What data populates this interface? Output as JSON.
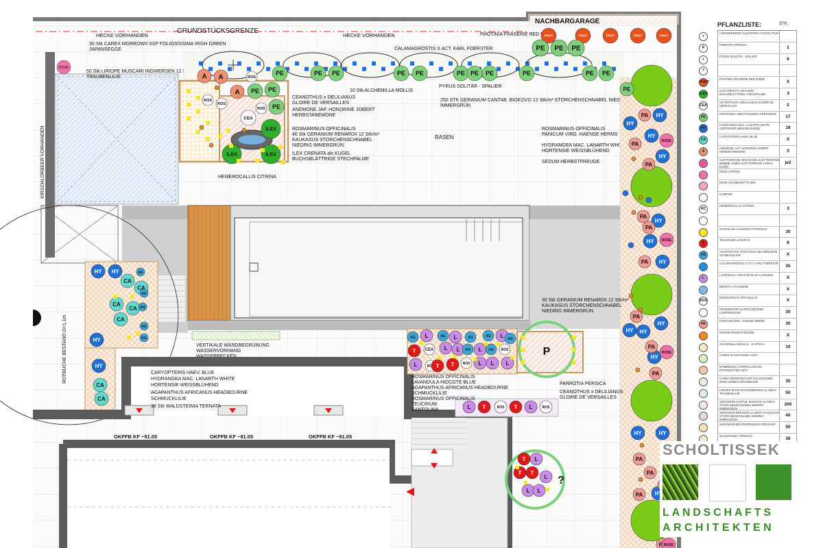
{
  "plan_labels": {
    "nachbargarage": "NACHBARGARAGE",
    "grundstuecksgrenze": "GRUNDSTÜCKSGRENZE",
    "hecke_left": "HECKE VORHANDEN",
    "hecke_mid": "HECKE VORHANDEN",
    "photinia": "PHOTINIA FRASERIE RED ROBIN",
    "carex": "30 Stk CAREX MORROWII SSP FOLIOSISSIMA IRISH GREEN",
    "carex2": "JAPANSEGGE",
    "calamagrostis": "CALAMAGROSTIS X ACT. KARL FOERSTER",
    "liriope": "50 Stk LIRIOPE MUSCARI INGWERSEN 12 Stk/m²",
    "liriope2": "TRAUBENLILIE",
    "kirschlorbeer": "KIRSCHLORBEER VORHANDEN",
    "alchemilla": "10 Stk ALCHEMILLA MOLLIS",
    "ceanothus": "CEANOTHUS x DELILIANUS",
    "ceanothus2": "GLOIRE DE VERSAILLES",
    "anemone": "ANEMONE JAP. HONORINE JOBERT",
    "anemone2": "HERBSTANEMONE",
    "rosmarinus": "ROSMARINUS OFFICINALIS",
    "geranium40": "40 Stk GERANIUM RENARDII 12 Stk/m²",
    "geranium40b": "KAUKASUS STORCHENSCHNABEL",
    "geranium40c": "NIEDRIG IMMERGRÜN",
    "ilex": "ILEX CRENATA als KUGEL",
    "ilex2": "BUCHSBLÄTTRIGE STECHPALME",
    "pyrus": "PYRUS SOLITÄR - SPALIER",
    "geranium250": "250 STK GERANIUM CANTAB. BIOKOVO 12 Stk/m² STORCHENSCHNABEL NIEDRIG",
    "geranium250b": "IMMERGRÜN",
    "rasen": "RASEN",
    "rosmarinus_r": "ROSMARINUS OFFICINALIS",
    "panicum": "PANICUM VIRG. HAENSE HERMS",
    "hydrangea_r": "HYDRANGEA MAC. LANARTH WHITE",
    "hortensie_r": "HORTENSIE WEISSBLÜHEND",
    "sedum": "SEDUM HERBSTFREUDE",
    "hemerocallis": "HEMEROCALLIS CITRINA",
    "rotbuche": "ROTBUCHE BESTAND D=1,1m",
    "wandbegruenung": "VERTIKALE WANDBEGRÜNUNG",
    "wasservorhang": "WASSERVORHANG",
    "wasserbecken": "WASSERBECKEN",
    "caryopteris": "CARYOPTERIS HAEV. BLUE",
    "hydrangea_l": "HYDRANGEA MAC. LANARTH WHITE",
    "hortensie_l": "HORTENSIE WEISSBLÜHEND",
    "agapanthus_l": "AGAPANTHUS AFRICANUS HEADBOURNE",
    "schmucklilie_l": "SCHMUCKLILIE",
    "waldsteinia": "38 Stk WALDSTEINIA TERNATA",
    "geranium30": "30 Stk GERANIUM RENARDII 12 Stk/m²",
    "geranium30b": "KAUKASUS STORCHENSCHNABEL",
    "geranium30c": "NIEDRIG IMMERGRÜN",
    "rosm_c": "ROSMARINUS OFFICINALIS",
    "lavandula": "LAVANDULA HIDCOTE BLUE",
    "agapanthus_c": "AGAPANTHUS AFRICANUS HEADBOURNE",
    "schmucklilie_c": "SCHMUCKLILIE",
    "rosm_c2": "ROSMARINUS OFFICINALIS",
    "teucrium": "TEUCRIUM",
    "santolina": "SANTOLINA",
    "parrotia": "PARROTIA PERSICA",
    "ceanothus_c": "CEANOTHUS x DELILIANUS",
    "ceanothus_c2": "GLOIRE DE VERSAILLES",
    "okffb1": "OKFFB KF ~91.05",
    "okffb2": "OKFFB KF ~91.05",
    "okffb3": "OKFFB KF ~91.05",
    "parrotia_symbol": "P",
    "question": "?"
  },
  "legend": {
    "title": "PFLANZLISTE:",
    "stk_header": "STK.",
    "rows": [
      {
        "sym": "+",
        "color": "#ffffff",
        "name": "LIRIODENDRON TULIPIFERA FASTIGIATUM",
        "qty": ""
      },
      {
        "sym": "P",
        "color": "#ffffff",
        "name": "PARROTIA PERSICA",
        "qty": "1"
      },
      {
        "sym": "+",
        "color": "#ffffff",
        "name": "PYRUS SOLITÄR - SPALIER",
        "qty": "6"
      },
      {
        "sym": "?",
        "color": "#ffffff",
        "name": "",
        "qty": ""
      },
      {
        "sym": "PHOT",
        "color": "#e8501c",
        "name": "PHOTINIA FRASERIE RED ROBIN",
        "qty": "X"
      },
      {
        "sym": "ILEX",
        "color": "#2fb02a",
        "name": "ILEX CRENATA als KUGEL BUCHSBLÄTTRIGE STECHPALME",
        "qty": "3"
      },
      {
        "sym": "CEA",
        "color": "#ffffff",
        "name": "CEANOTHUS x DELILIANUS GLOIRE DE VERSAILLES",
        "qty": "2"
      },
      {
        "sym": "PE",
        "color": "#7ed07a",
        "name": "PEROVSKIA ABROTANOIDES PERVOSKIE",
        "qty": "17"
      },
      {
        "sym": "HY",
        "color": "#1f6fd6",
        "name": "HYDRANGEA MAC. LANARTH WHITE HORTENSIE WEISSBLÜHEND",
        "qty": "18"
      },
      {
        "sym": "CA",
        "color": "#5fd8d0",
        "name": "CARYOPTERIS HAEV. BLUE",
        "qty": "X"
      },
      {
        "sym": "A",
        "color": "#f09070",
        "name": "ANEMONE JAP. HONORINE JOBERT HERBSTANEMONE",
        "qty": "3"
      },
      {
        "sym": "",
        "color": "#e85898",
        "name": "KLETTERROSE NEW DAWN KLETTERROSE BOBBIE JAMES KLETTERROSE CORAL DAWN",
        "qty": "je2"
      },
      {
        "sym": "",
        "color": "#f070a8",
        "name": "ROSE ASPIRIN",
        "qty": ""
      },
      {
        "sym": "",
        "color": "#f3a6c8",
        "name": "ROSE SCHNEEWITTCHEN",
        "qty": ""
      },
      {
        "sym": "",
        "color": "#ffffff",
        "name": "CAMPSIS",
        "qty": ""
      },
      {
        "sym": "HC",
        "color": "#ffffff",
        "name": "HEMEROCALLIS CITRINA",
        "qty": "3"
      },
      {
        "sym": "",
        "color": "#ffffff",
        "name": "",
        "qty": ""
      },
      {
        "sym": "",
        "color": "#f6e52a",
        "name": "SANTOLINA CHAMAECYPARISSUS",
        "qty": "30"
      },
      {
        "sym": "T",
        "color": "#e01818",
        "name": "TEUCRIUM LUCIDRYS",
        "qty": "8"
      },
      {
        "sym": "AG",
        "color": "#3aa6d8",
        "name": "AGAPANTHUS AFRICANUS HEADBOURNE SCHMUCKLILIE",
        "qty": "X"
      },
      {
        "sym": "",
        "color": "#1f8fe0",
        "name": "CALAMAGROSTIS X ACT. KARL FOERSTER",
        "qty": "35"
      },
      {
        "sym": "L",
        "color": "#c98ae8",
        "name": "LAVENDULA HIDCOTE BLUE LAVENDEL",
        "qty": "X"
      },
      {
        "sym": "",
        "color": "#7fb8e8",
        "name": "NEPETA x FAASSENII",
        "qty": "X"
      },
      {
        "sym": "ROS",
        "color": "#ffffff",
        "name": "ROSMARINUS OFFICINALIS",
        "qty": "X"
      },
      {
        "sym": "",
        "color": "#ffffff",
        "name": "PENNISETUM ALOPECUROIDES COMPRESSUM",
        "qty": "30"
      },
      {
        "sym": "PA",
        "color": "#f39b92",
        "name": "PANICUM VIRG. HAENSE HERMS",
        "qty": "30"
      },
      {
        "sym": "",
        "color": "#f08a20",
        "name": "SEDUM HERBSTFREUDE",
        "qty": "X"
      },
      {
        "sym": "",
        "color": "#f5e9c8",
        "name": "ALCHEMILLA MOLLIS - 10 STK/m²",
        "qty": "10"
      },
      {
        "sym": "",
        "color": "#d9efc0",
        "name": "CAREX PLANTAGINEA 12/m²",
        "qty": ""
      },
      {
        "sym": "",
        "color": "#f6c6a6",
        "name": "EPIMEDIUM x PERRALCHICUM FROHNLEITEN 12/m²",
        "qty": ""
      },
      {
        "sym": "",
        "color": "#e6f3d6",
        "name": "CAREX MORROWII SSP FOLIOSISSIMA IRISH GREEN JAPANSEGGE",
        "qty": "30"
      },
      {
        "sym": "",
        "color": "#dceaf7",
        "name": "LIRIOPE MUSCARI INGWERSEN 12 Stk/m² TRAUBENLILIE",
        "qty": "50"
      },
      {
        "sym": "",
        "color": "#f3e6e6",
        "name": "GERANIUM CANTAB. BIOKOVO 12 Stk/m² STORCHENSCHNABEL NIEDRIG IMMERGRÜN",
        "qty": "200"
      },
      {
        "sym": "",
        "color": "#f0d2d2",
        "name": "GERANIUM RENARDII 12 Stk/m² KAUKASUS STORCHENSCHNABEL NIEDRIG IMMERGRÜN",
        "qty": "40"
      },
      {
        "sym": "",
        "color": "#f8e0b8",
        "name": "GERANIUM MACRORRHIZUM SPESSART",
        "qty": "50"
      },
      {
        "sym": "",
        "color": "#fbe6d0",
        "name": "WALDSTEINIA TERNATA",
        "qty": "36"
      },
      {
        "sym": "",
        "color": "#ffffff",
        "name": "",
        "qty": ""
      }
    ]
  },
  "logo": {
    "line1": "SCHOLTISSEK",
    "line2": "LANDSCHAFTS",
    "line3": "ARCHITEKTEN"
  },
  "colors": {
    "hydrangea": "#1f6fd6",
    "perovskia": "#7ed07a",
    "photinia": "#e8501c",
    "panicum": "#f39b92",
    "caryopteris": "#5fd8d0",
    "lavandula": "#c98ae8",
    "teucrium": "#e01818",
    "tree_green": "#7acc18",
    "parrotia_ring": "#7bd07a",
    "logo_green": "#3a8a28"
  }
}
